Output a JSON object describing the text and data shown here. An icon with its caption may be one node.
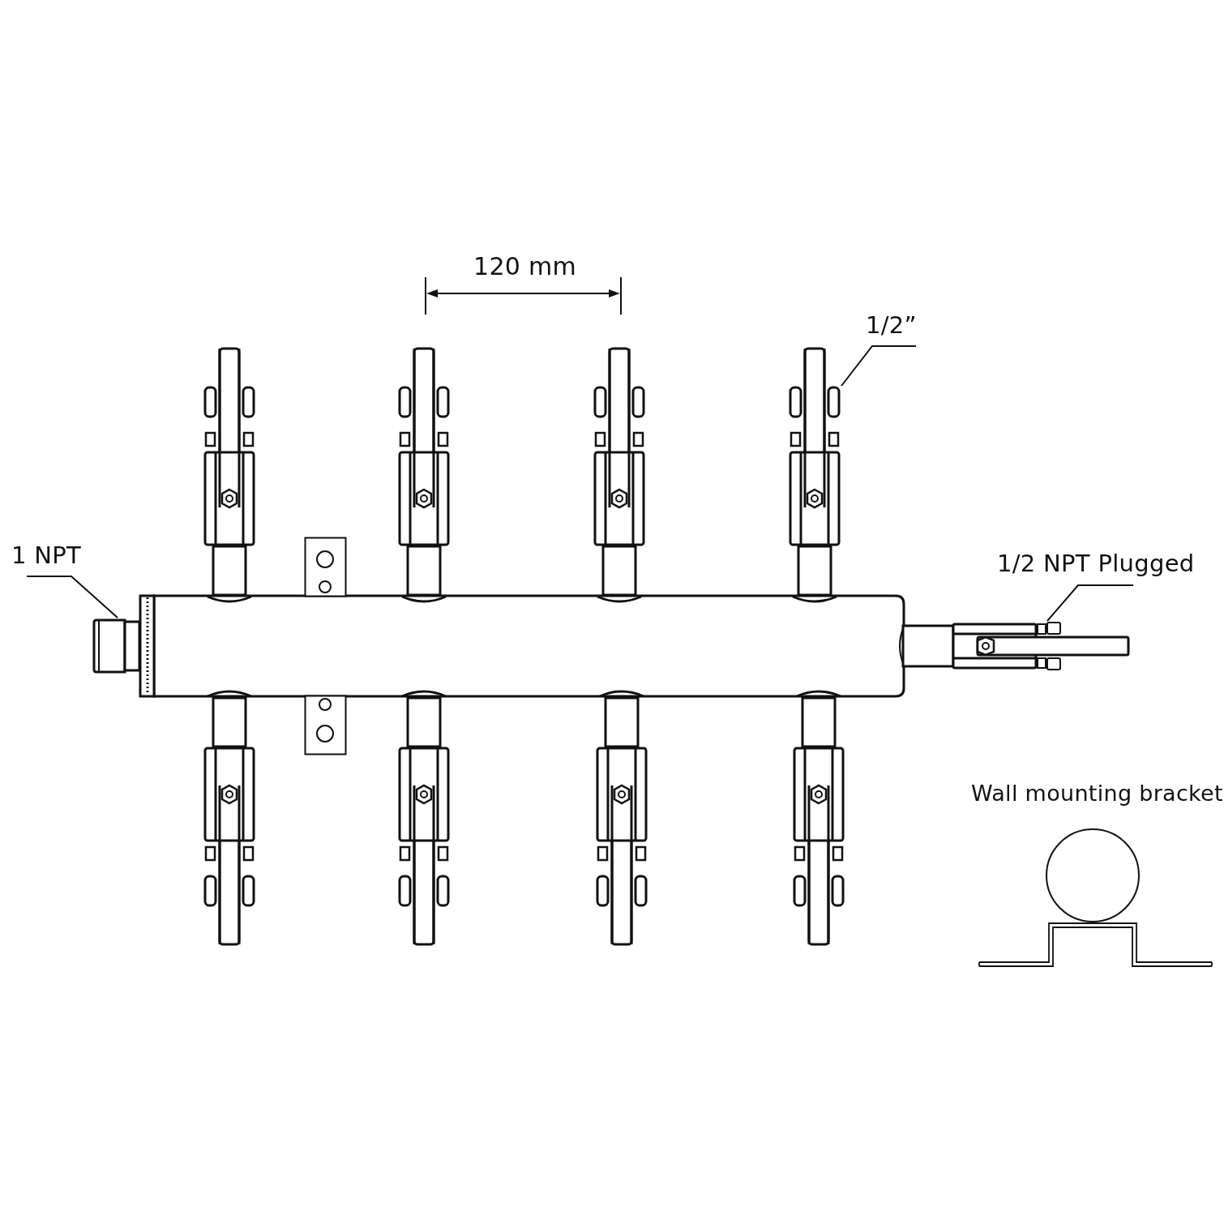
{
  "diagram": {
    "nodes": [
      {
        "text": [
          "1 NPT"
        ]
      },
      {
        "text": [],
        "shape": "picture"
      },
      {
        "text": [
          "1/2”"
        ]
      },
      {
        "text": [],
        "shape": "picture"
      },
      {
        "text": [
          "1/2 NPT Plugged"
        ]
      },
      {
        "text": [],
        "shape": "picture"
      }
    ],
    "edges": [
      {
        "from": 0,
        "to": 1,
        "arrow": "none"
      },
      {
        "from": 2,
        "to": 3,
        "arrow": "none"
      },
      {
        "from": 4,
        "to": 5,
        "arrow": "none"
      }
    ],
    "labels": [
      "120 mm",
      "Wall mounting bracket"
    ]
  }
}
